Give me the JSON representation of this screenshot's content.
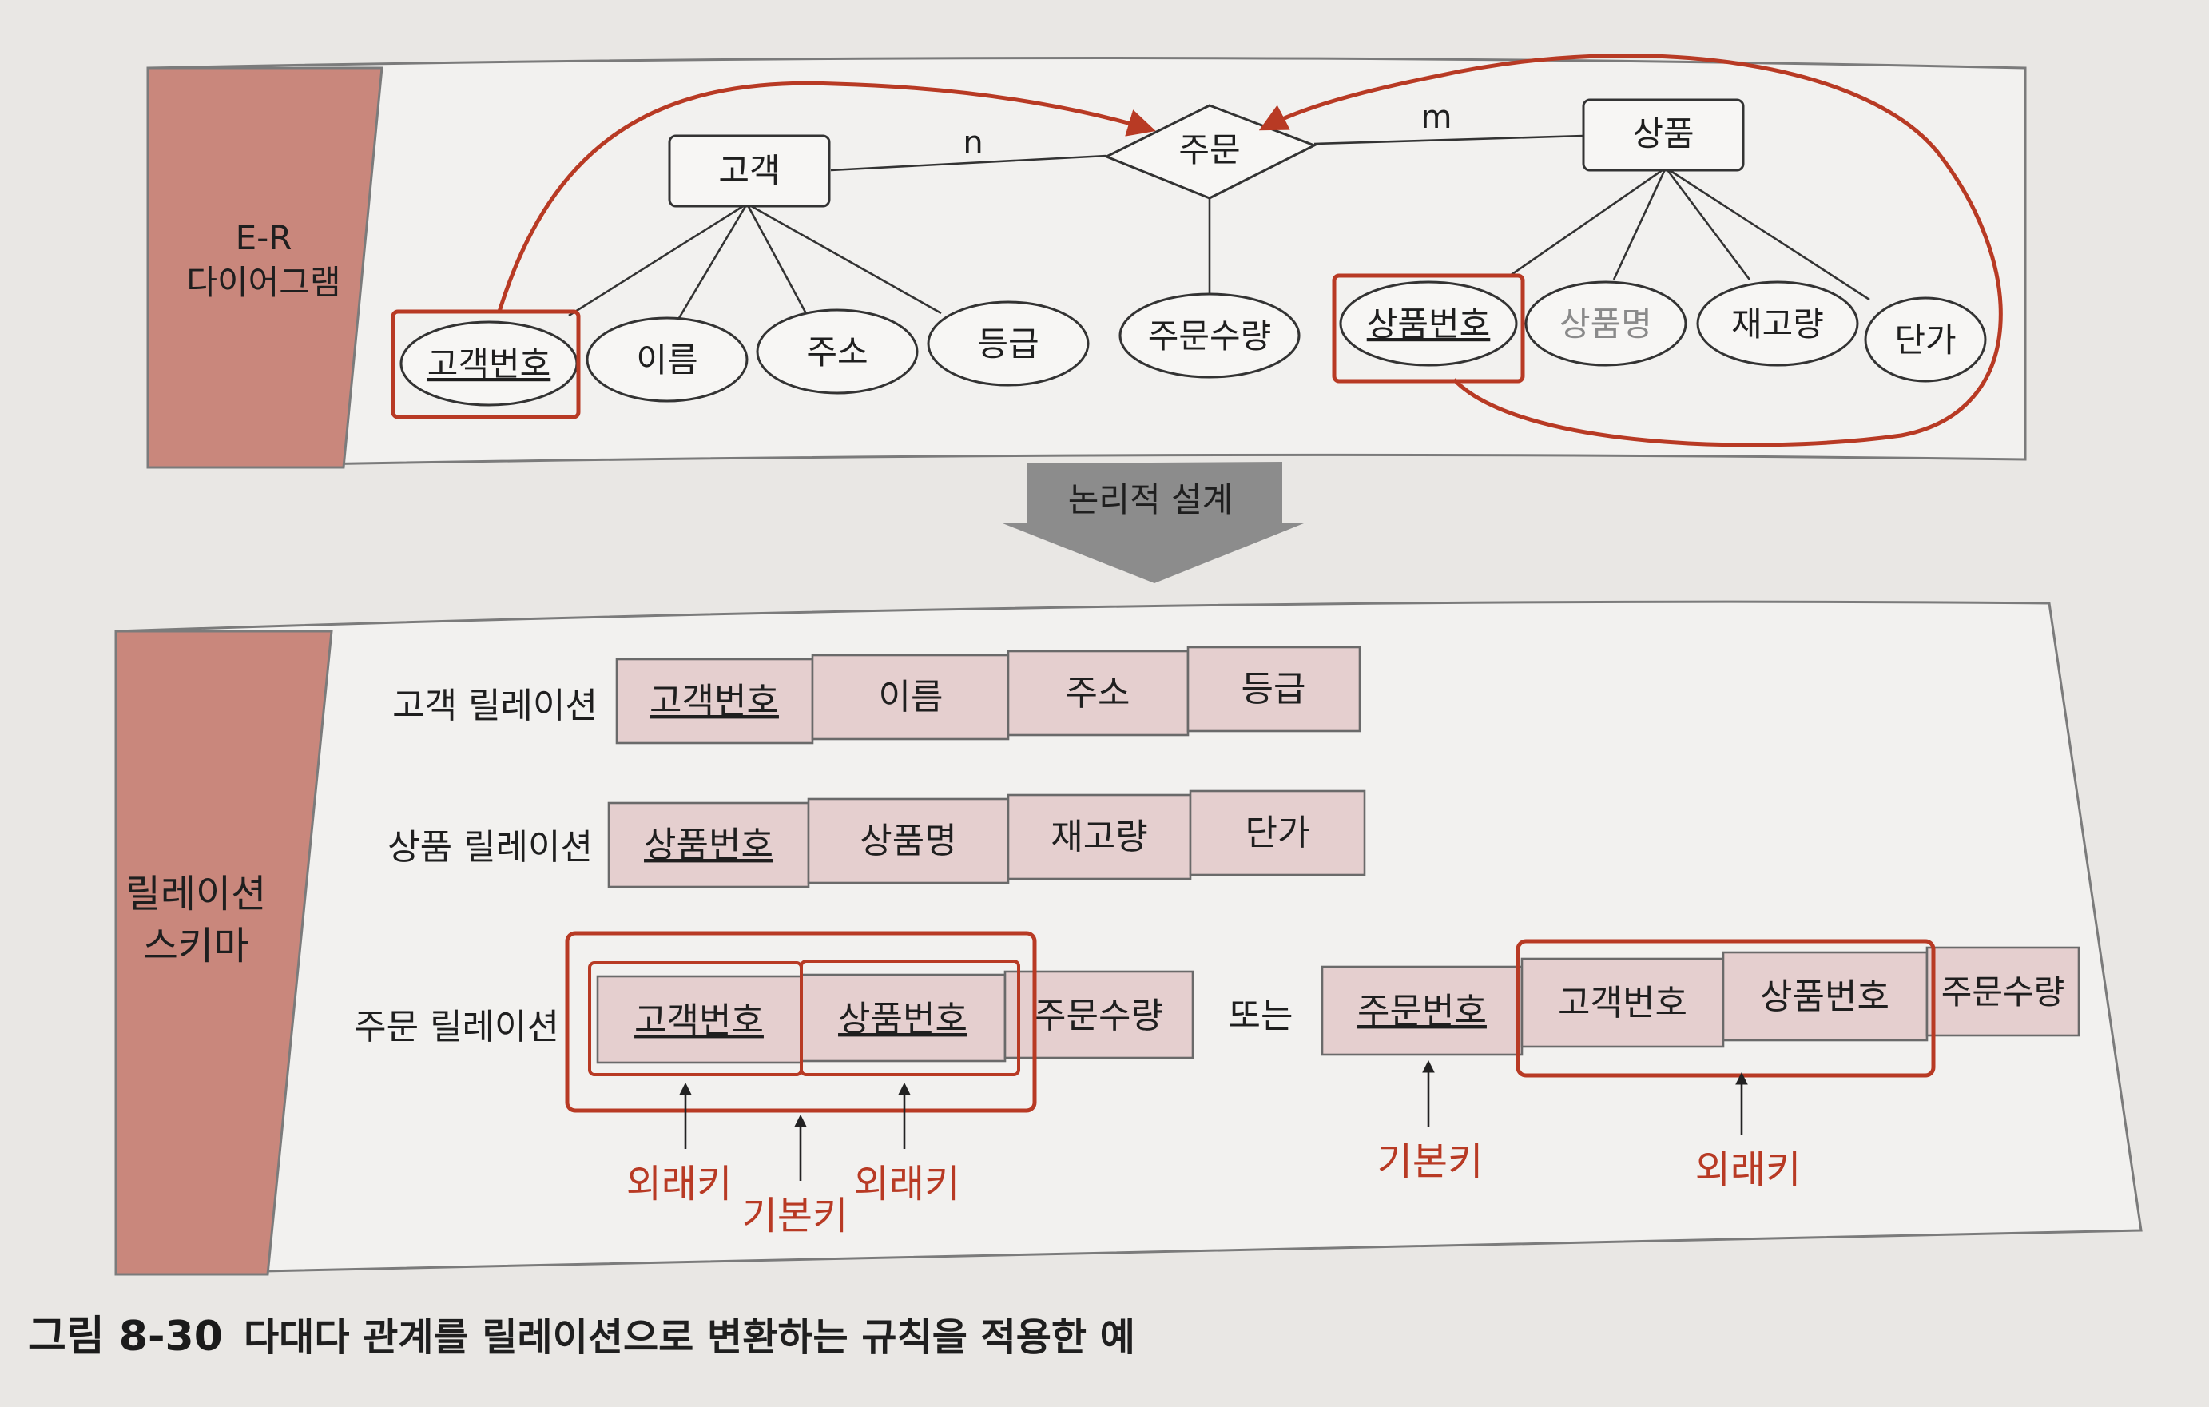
{
  "er": {
    "side_label_1": "E-R",
    "side_label_2": "다이어그램",
    "entity_customer": "고객",
    "entity_product": "상품",
    "relationship": "주문",
    "card_n": "n",
    "card_m": "m",
    "attr_cust_id": "고객번호",
    "attr_name": "이름",
    "attr_address": "주소",
    "attr_grade": "등급",
    "attr_qty": "주문수량",
    "attr_prod_id": "상품번호",
    "attr_prod_name": "상품명",
    "attr_stock": "재고량",
    "attr_price": "단가"
  },
  "arrow_label": "논리적 설계",
  "schema": {
    "side_label_1": "릴레이션",
    "side_label_2": "스키마",
    "customer_relation": {
      "label": "고객 릴레이션",
      "cols": [
        "고객번호",
        "이름",
        "주소",
        "등급"
      ]
    },
    "product_relation": {
      "label": "상품 릴레이션",
      "cols": [
        "상품번호",
        "상품명",
        "재고량",
        "단가"
      ]
    },
    "order_relation": {
      "label": "주문 릴레이션",
      "cols": [
        "고객번호",
        "상품번호",
        "주문수량"
      ]
    },
    "or_label": "또는",
    "order_relation_alt": {
      "cols": [
        "주문번호",
        "고객번호",
        "상품번호",
        "주문수량"
      ]
    },
    "fk_label": "외래키",
    "pk_label": "기본키"
  },
  "caption": {
    "number": "그림 8-30",
    "text": "다대다 관계를 릴레이션으로 변환하는 규칙을 적용한 예"
  },
  "colors": {
    "accent_red": "#b83a24",
    "side_pink": "#c9877c",
    "cell_pink": "#e5cfcf"
  }
}
